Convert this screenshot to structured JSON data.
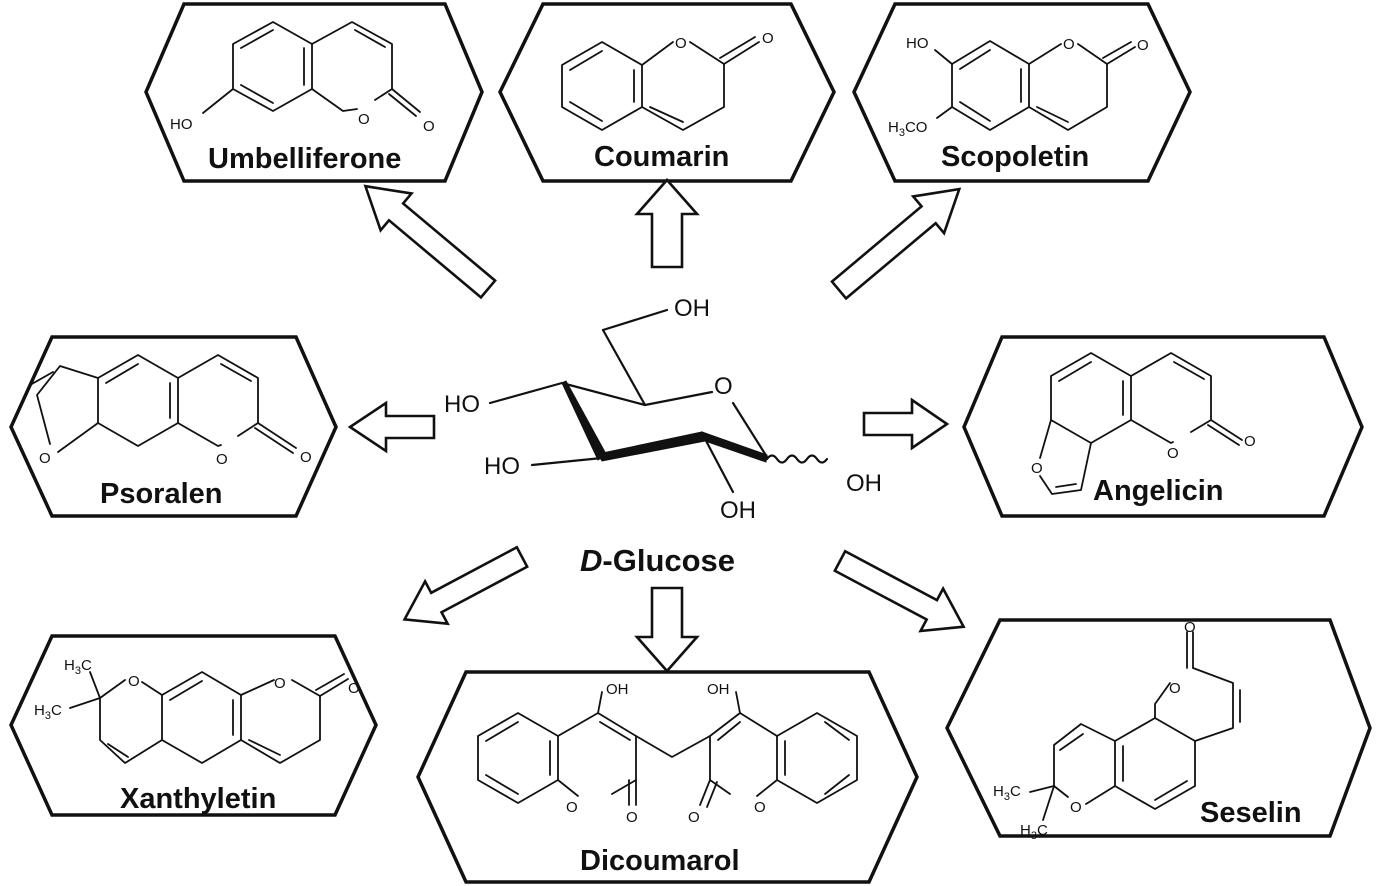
{
  "center": {
    "italic_prefix": "D",
    "name_suffix": "-Glucose",
    "labels": {
      "oh_top": "OH",
      "ring_o": "O",
      "ho_left": "HO",
      "ho_lower": "HO",
      "oh_right": "OH",
      "oh_bottom": "OH"
    }
  },
  "compounds": {
    "umbelliferone": {
      "name": "Umbelliferone",
      "ho": "HO",
      "o_ring": "O",
      "o_keto": "O"
    },
    "coumarin": {
      "name": "Coumarin",
      "o_ring": "O",
      "o_keto": "O"
    },
    "scopoletin": {
      "name": "Scopoletin",
      "ho": "HO",
      "meo": "H3CO",
      "o_ring": "O",
      "o_keto": "O"
    },
    "psoralen": {
      "name": "Psoralen",
      "o_furan": "O",
      "o_ring": "O",
      "o_keto": "O"
    },
    "angelicin": {
      "name": "Angelicin",
      "o_furan": "O",
      "o_ring": "O",
      "o_keto": "O"
    },
    "xanthyletin": {
      "name": "Xanthyletin",
      "me1": "H3C",
      "me2": "H3C",
      "o_pyran": "O",
      "o_ring": "O",
      "o_keto": "O"
    },
    "dicoumarol": {
      "name": "Dicoumarol",
      "oh1": "OH",
      "oh2": "OH",
      "o1": "O",
      "o2": "O",
      "o3": "O",
      "o4": "O"
    },
    "seselin": {
      "name": "Seselin",
      "me1": "H3C",
      "me2": "H3C",
      "o_pyran": "O",
      "o_ring": "O",
      "o_keto": "O"
    }
  },
  "colors": {
    "ink": "#111111",
    "background": "#ffffff"
  }
}
